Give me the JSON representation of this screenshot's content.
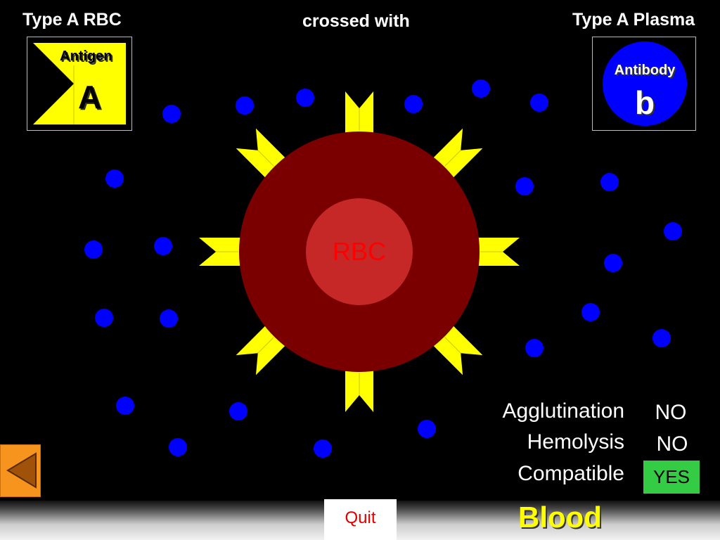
{
  "header": {
    "left_title": "Type A RBC",
    "center_title": "crossed with",
    "right_title": "Type A Plasma"
  },
  "antigen_card": {
    "label": "Antigen",
    "letter": "A",
    "color": "#ffff00"
  },
  "antibody_card": {
    "label": "Antibody",
    "letter": "b",
    "color": "#0000ff"
  },
  "cell": {
    "label": "RBC",
    "outer_color": "#7a0000",
    "inner_color": "#c62828",
    "label_color": "#ff0000"
  },
  "results": {
    "agglutination_label": "Agglutination",
    "agglutination_value": "NO",
    "hemolysis_label": "Hemolysis",
    "hemolysis_value": "NO",
    "compatible_label": "Compatible",
    "compatible_value": "YES"
  },
  "footer": {
    "quit_label": "Quit",
    "title": "Blood"
  },
  "icons": {
    "back": "triangle-left-icon"
  },
  "colors": {
    "antigen_yellow": "#ffff00",
    "antibody_blue": "#0000ff",
    "yes_green": "#33cc44",
    "quit_red": "#e00000",
    "back_orange": "#f7941d"
  }
}
